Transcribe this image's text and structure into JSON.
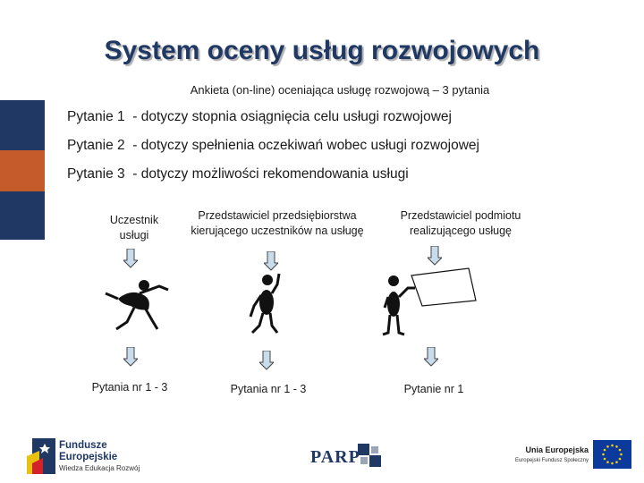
{
  "title": "System oceny usług rozwojowych",
  "subtitle": "Ankieta (on-line) oceniająca usługę rozwojową – 3 pytania",
  "colors": {
    "title": "#1f3864",
    "block_blue": "#1f3864",
    "block_orange": "#c55a2b",
    "arrow_fill": "#c9dceb"
  },
  "questions": [
    {
      "label": "Pytanie 1",
      "text": "- dotyczy stopnia osiągnięcia celu usługi rozwojowej"
    },
    {
      "label": "Pytanie 2",
      "text": "- dotyczy spełnienia oczekiwań wobec usługi rozwojowej"
    },
    {
      "label": "Pytanie 3",
      "text": "- dotyczy możliwości rekomendowania usługi"
    }
  ],
  "columns": [
    {
      "label_line1": "Uczestnik",
      "label_line2": "usługi",
      "bottom": "Pytania nr 1 - 3"
    },
    {
      "label_line1": "Przedstawiciel przedsiębiorstwa",
      "label_line2": "kierującego uczestników na usługę",
      "bottom": "Pytania nr 1 - 3"
    },
    {
      "label_line1": "Przedstawiciel podmiotu",
      "label_line2": "realizującego usługę",
      "bottom": "Pytanie nr 1"
    }
  ],
  "footer": {
    "fe_line1": "Fundusze",
    "fe_line2": "Europejskie",
    "fe_sub": "Wiedza Edukacja Rozwój",
    "parp": "PARP",
    "ue_line1": "Unia Europejska",
    "ue_line2": "Europejski Fundusz Społeczny"
  }
}
